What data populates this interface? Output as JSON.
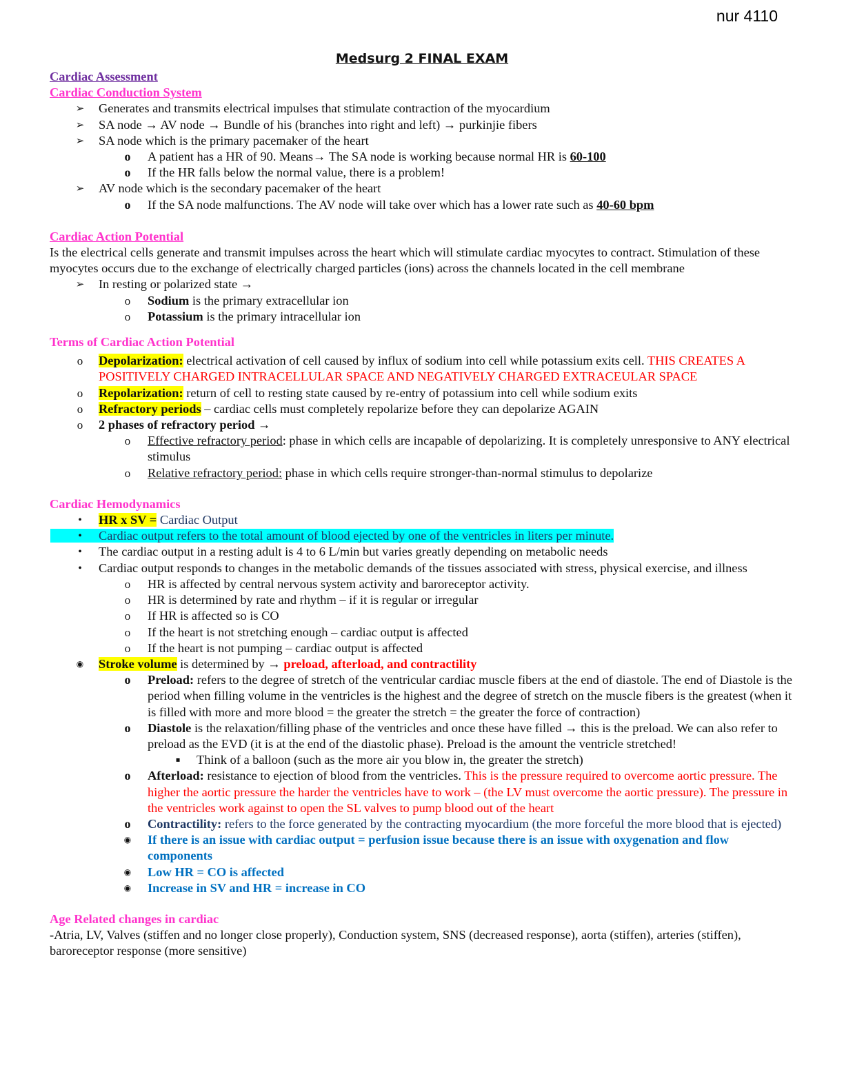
{
  "header": {
    "course": "nur 4110",
    "title": "Medsurg 2 FINAL EXAM"
  },
  "s1": {
    "heading_a": "Cardiac Assessment",
    "heading_b": "Cardiac Conduction System",
    "b1": "Generates and transmits electrical impulses that stimulate contraction of the myocardium",
    "b2": "SA node → AV node → Bundle of his (branches into right and left) → purkinjie fibers",
    "b3": "SA node which is the primary pacemaker of the heart",
    "b3a": "A patient has a HR of 90. Means→  The SA node is working because normal HR is ",
    "b3a_val": "60-100",
    "b3b": "If the HR falls below the normal value, there is a problem!",
    "b4": "AV node which is the secondary pacemaker of the heart",
    "b4a": "If the SA node malfunctions. The AV node will take over which has a lower rate such as ",
    "b4a_val": "40-60 bpm"
  },
  "s2": {
    "heading": "Cardiac Action Potential",
    "para": "Is the electrical cells generate and transmit impulses across the heart which will stimulate cardiac myocytes to contract. Stimulation of these myocytes occurs due to the exchange of electrically charged particles (ions) across the channels located in the cell membrane",
    "b1": "In resting or polarized state →",
    "b1a_term": "Sodium",
    "b1a_text": " is the primary extracellular ion",
    "b1b_term": "Potassium",
    "b1b_text": " is the primary intracellular ion"
  },
  "s3": {
    "heading": "Terms of Cardiac Action Potential",
    "t1_term": "Depolarization:",
    "t1_text": " electrical activation of cell caused by influx of sodium into cell while potassium exits cell. ",
    "t1_red": "THIS CREATES A POSITIVELY CHARGED INTRACELLULAR SPACE AND NEGATIVELY CHARGED EXTRACEULAR SPACE",
    "t2_term": "Repolarization:",
    "t2_text": " return of cell to resting state caused by re-entry of potassium into cell while sodium exits",
    "t3_term": "Refractory periods",
    "t3_text": " – cardiac cells must completely repolarize before they can depolarize AGAIN",
    "t4": "2 phases of refractory period →",
    "t4a_term": "Effective refractory period",
    "t4a_text": ": phase in which cells are incapable of depolarizing. It is completely unresponsive to ANY electrical stimulus",
    "t4b_term": "Relative refractory period:",
    "t4b_text": " phase in which cells require stronger-than-normal stimulus to depolarize"
  },
  "s4": {
    "heading": "Cardiac Hemodynamics",
    "b1_term": "HR x SV =",
    "b1_text": " Cardiac Output",
    "b2": "Cardiac output refers to the total amount of blood ejected by one of the ventricles in liters per minute.",
    "b3": "The cardiac output in a resting adult is 4 to 6 L/min but varies greatly depending on metabolic needs",
    "b4": "Cardiac output responds to changes in the metabolic demands of the tissues associated with stress, physical exercise, and illness",
    "b4a": "HR is affected by central nervous system activity and baroreceptor activity.",
    "b4b": "HR is determined by rate and rhythm – if it is regular or irregular",
    "b4c": "If HR is affected so is CO",
    "b4d": "If the heart is not stretching enough – cardiac output is affected",
    "b4e": "If the heart is not pumping – cardiac output is affected",
    "b5_term": "Stroke volume",
    "b5_text": " is determined by → ",
    "b5_red": "preload, afterload, and contractility",
    "p1_term": "Preload:",
    "p1_text": " refers to the degree of stretch of the ventricular cardiac muscle fibers at the end of diastole. The end of Diastole is the period when filling volume in the ventricles is the highest and the degree of stretch on the muscle fibers is the greatest (when it is filled with more and more blood = the greater the stretch = the greater the force of contraction)",
    "p2_term": "Diastole",
    "p2_text": " is the relaxation/filling phase of the ventricles and once these have filled → this is the preload. We can also refer to preload as the EVD (it is at the end of the diastolic phase). Preload is the amount the ventricle stretched!",
    "p2a": "Think of a balloon (such as the more air you blow in, the greater the stretch)",
    "p3_term": "Afterload:",
    "p3_text": " resistance to ejection of blood from the ventricles.",
    "p3_red": " This is the pressure required to overcome aortic pressure. The higher the aortic pressure the harder the ventricles have to work – (the LV must overcome the aortic pressure). The pressure in the ventricles work against to open the SL valves to pump blood out of the heart",
    "p4_term": "Contractility:",
    "p4_text": " refers to the force generated by the contracting myocardium (the more forceful the more blood that is ejected)",
    "p5": "If there is an issue with cardiac output = perfusion issue because there is an issue with oxygenation and flow components",
    "p6": "Low HR = CO is affected",
    "p7": "Increase in SV and HR = increase in CO"
  },
  "s5": {
    "heading": "Age Related changes in cardiac",
    "para": "-Atria, LV, Valves (stiffen and no longer close properly), Conduction system, SNS (decreased response), aorta (stiffen), arteries (stiffen), baroreceptor response (more sensitive)"
  },
  "markers": {
    "arrow": "➢",
    "o": "o",
    "dot": "•",
    "ring": "◉",
    "square": "▪"
  }
}
